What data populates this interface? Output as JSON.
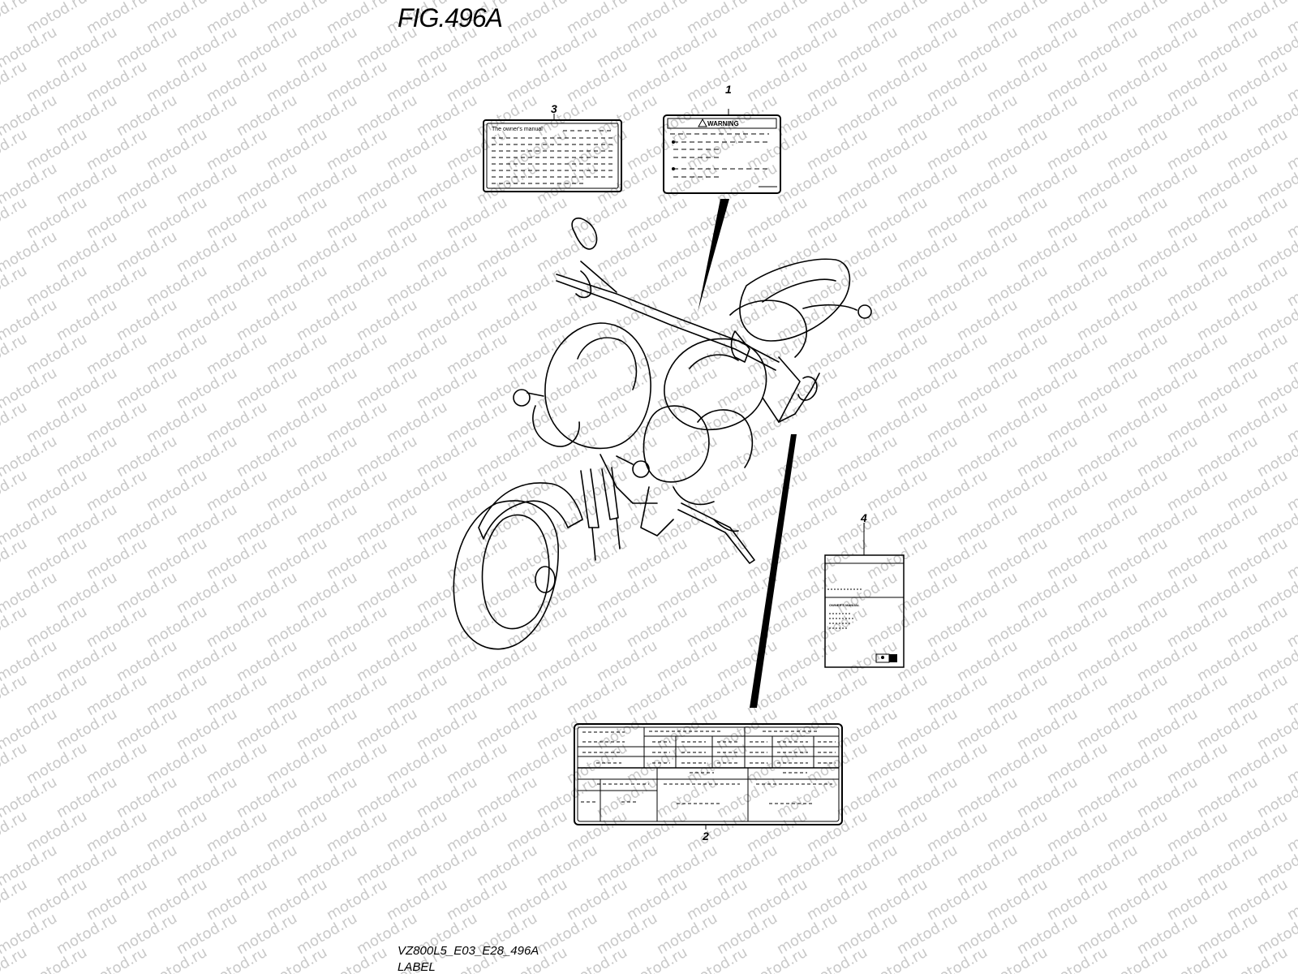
{
  "figure": {
    "title": "FIG.496A"
  },
  "watermark": {
    "text": "motod.ru"
  },
  "callouts": [
    {
      "number": "1"
    },
    {
      "number": "2"
    },
    {
      "number": "3"
    },
    {
      "number": "4"
    }
  ],
  "labels": {
    "label3_title": "The owner's manual",
    "label1_title": "WARNING",
    "label4_title": "OWNER'S MANUAL"
  },
  "footer": {
    "model_code": "VZ800L5_E03_E28_496A",
    "section": "LABEL"
  }
}
